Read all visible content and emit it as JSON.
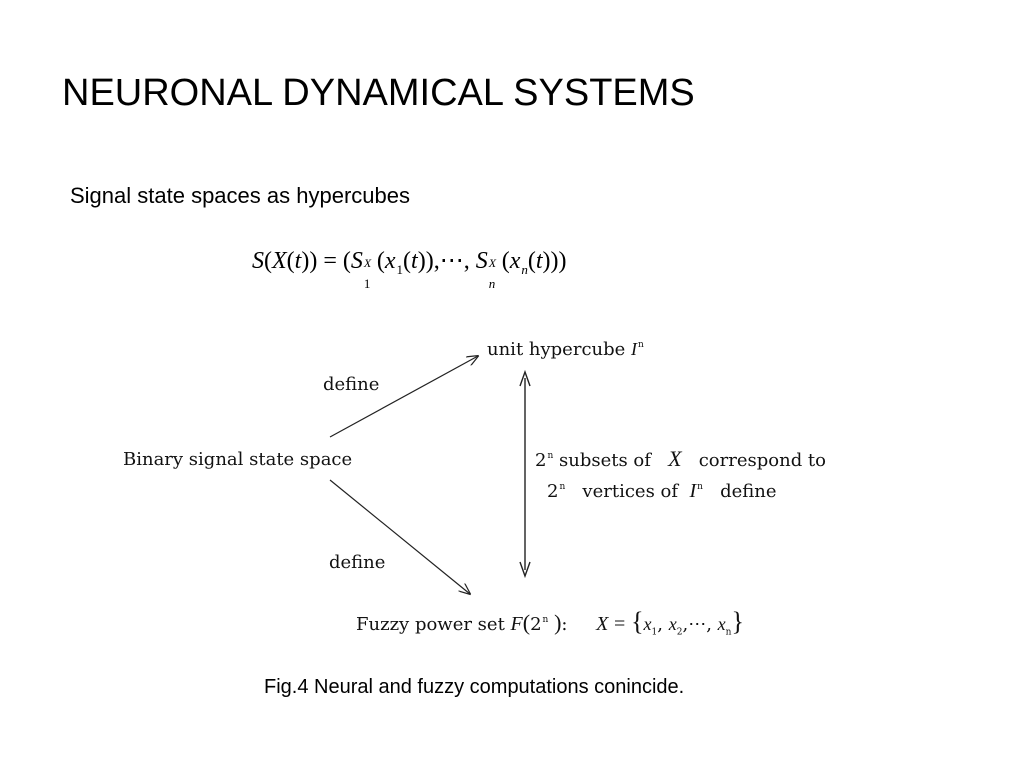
{
  "slide": {
    "title": "NEURONAL DYNAMICAL SYSTEMS",
    "subtitle": "Signal state spaces as hypercubes"
  },
  "formula": {
    "S": "S",
    "X": "X",
    "t": "t",
    "x": "x",
    "sub_1": "1",
    "sub_n": "n",
    "sup_X": "X",
    "equals": "=",
    "ellipsis": "⋯"
  },
  "diagram": {
    "binary_space": "Binary signal state space",
    "define_top": "define",
    "define_bottom": "define",
    "unit_hypercube": "unit hypercube",
    "I": "I",
    "n": "n",
    "subsets_line": "subsets of",
    "correspond": "correspond to",
    "vertices_line": "vertices of",
    "define_right": "define",
    "two": "2",
    "fuzzy_power_set": "Fuzzy power set",
    "F": "F",
    "X_set_lhs": "X",
    "x_elem": "x",
    "sub_1": "1",
    "sub_2": "2",
    "sub_n": "n"
  },
  "caption": "Fig.4 Neural and fuzzy computations conincide."
}
